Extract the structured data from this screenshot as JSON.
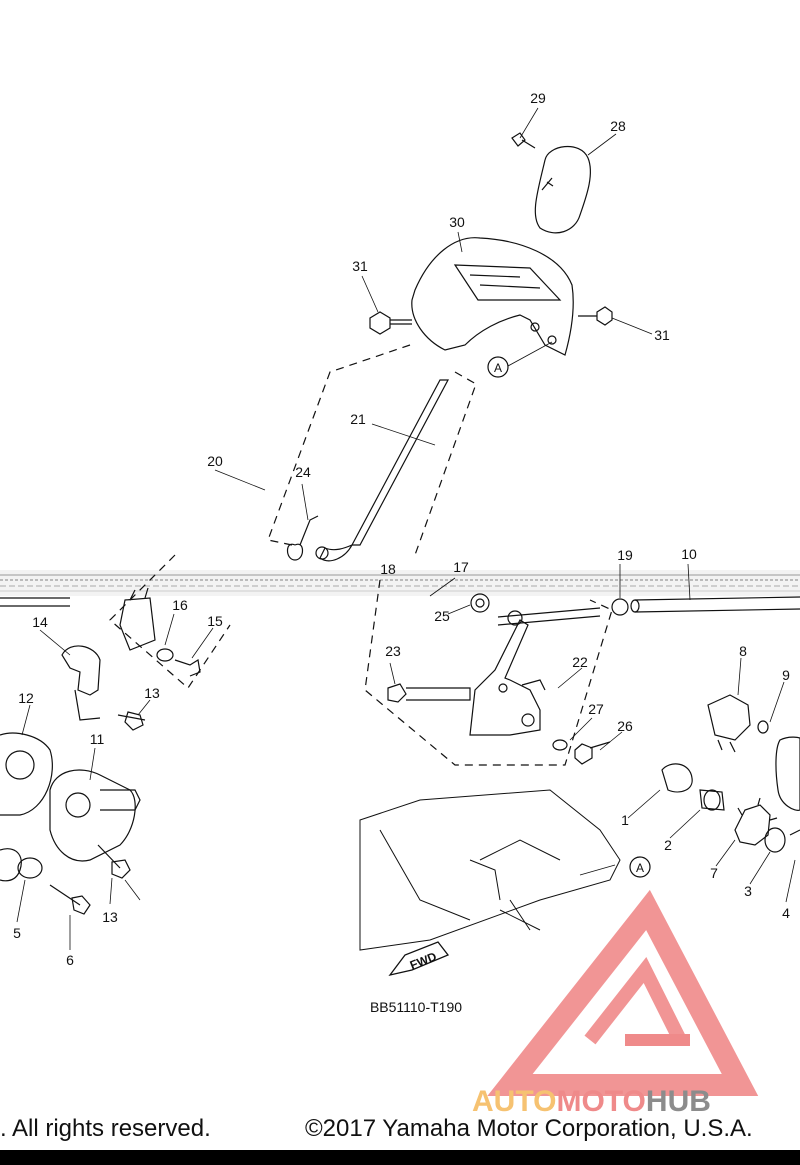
{
  "diagram": {
    "drawing_code": "BB51110-T190",
    "fwd_label": "FWD",
    "ref_label": "A",
    "callouts": [
      "1",
      "2",
      "3",
      "4",
      "5",
      "6",
      "7",
      "8",
      "9",
      "10",
      "11",
      "12",
      "13",
      "14",
      "15",
      "16",
      "17",
      "18",
      "19",
      "20",
      "21",
      "22",
      "23",
      "24",
      "25",
      "26",
      "27",
      "28",
      "29",
      "30",
      "31"
    ]
  },
  "watermark": {
    "part1": "AUTO",
    "part2": "MOTO",
    "part3": "HUB"
  },
  "footer": {
    "left_text": ". All rights reserved.",
    "right_text": "©2017 Yamaha Motor Corporation, U.S.A."
  },
  "colors": {
    "line": "#111111",
    "watermark_red": "#ef8a8a",
    "watermark_orange": "#f6c271",
    "watermark_gray": "#8c8c8c"
  }
}
